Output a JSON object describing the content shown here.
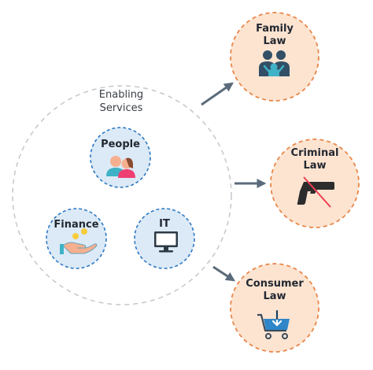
{
  "enabling": {
    "label_line1": "Enabling",
    "label_line2": "Services"
  },
  "services": {
    "people": {
      "label": "People",
      "icon": "people-icon"
    },
    "finance": {
      "label": "Finance",
      "icon": "hand-coins-icon"
    },
    "it": {
      "label": "IT",
      "icon": "monitor-icon"
    }
  },
  "areas": {
    "family": {
      "line1": "Family",
      "line2": "Law",
      "icon": "family-icon"
    },
    "criminal": {
      "line1": "Criminal",
      "line2": "Law",
      "icon": "gun-prohibited-icon"
    },
    "consumer": {
      "line1": "Consumer",
      "line2": "Law",
      "icon": "shopping-cart-icon"
    }
  },
  "colors": {
    "service_fill": "#dceaf7",
    "service_border": "#2f79c3",
    "area_fill": "#fde4d1",
    "area_border": "#e8874a",
    "outer_dash": "#c4c7cc",
    "arrow": "#5b6b7b",
    "icon_dark": "#334f66",
    "accent_teal": "#3fb2c7",
    "accent_pink": "#ef3f72",
    "accent_yellow": "#f6cc3a"
  }
}
